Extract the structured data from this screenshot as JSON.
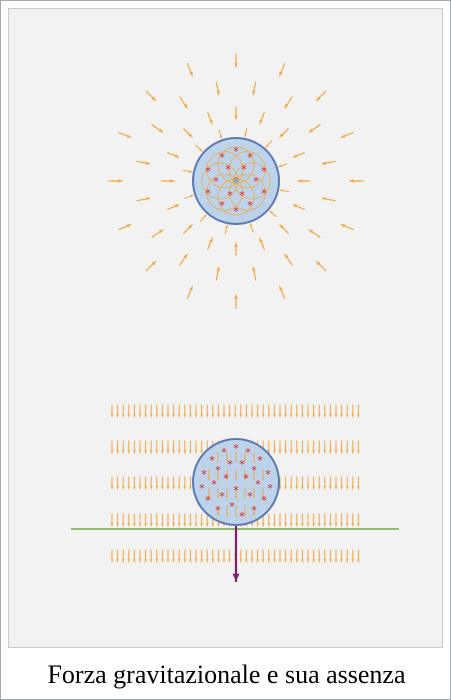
{
  "figure": {
    "caption": "Forza gravitazionale e sua assenza",
    "colors": {
      "background": "#f2f2f2",
      "field_arrow": "#f2a53a",
      "sphere_fill": "#bcd3ea",
      "sphere_stroke": "#5a78b4",
      "charge_marker": "#e01818",
      "inner_line": "#f2a53a",
      "ground_line": "#6fa64a",
      "weight_arrow": "#7b1f6e",
      "center_dot": "#8fa8c8"
    },
    "icons": {
      "radial_scene": "radial-gravity-field",
      "uniform_scene": "uniform-gravity-field",
      "weight": "down-arrow-icon"
    }
  }
}
